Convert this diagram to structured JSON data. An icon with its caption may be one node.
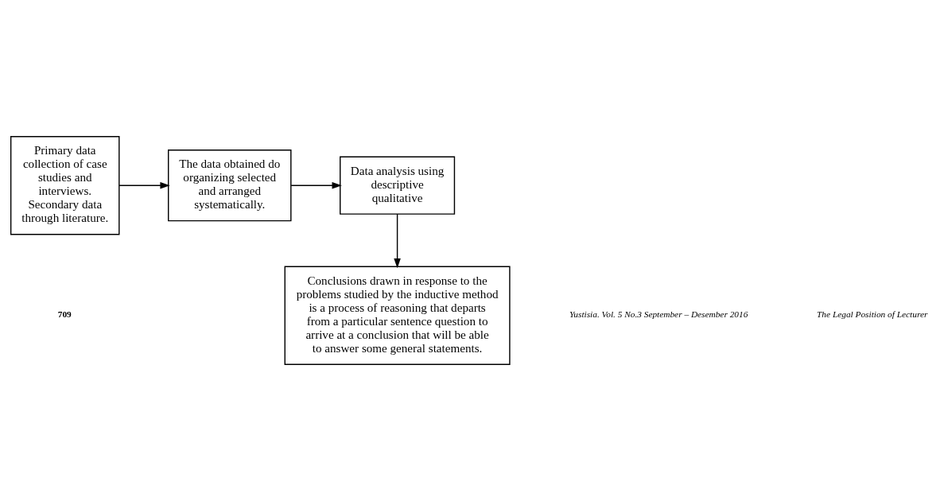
{
  "diagram": {
    "nodes": [
      {
        "text": [
          "Primary data collection of case studies and interviews. Secondary data through literature."
        ]
      },
      {
        "text": [
          "The data obtained do organizing selected and arranged systematically."
        ]
      },
      {
        "text": [
          "Data analysis using descriptive qualitative"
        ]
      },
      {
        "text": [
          "Conclusions drawn in response to the problems studied by the inductive method is a process of reasoning that departs from a particular sentence question to arrive at a conclusion that will be able to answer some general statements."
        ]
      }
    ],
    "edges": [
      {
        "from": 0,
        "to": 1,
        "arrow": "to"
      },
      {
        "from": 1,
        "to": 2,
        "arrow": "to"
      },
      {
        "from": 2,
        "to": 3,
        "arrow": "to"
      }
    ],
    "labels": [
      "709",
      "Yustisia. Vol. 5 No.3 September – Desember 2016",
      "The Legal Position of Lecturer"
    ]
  }
}
